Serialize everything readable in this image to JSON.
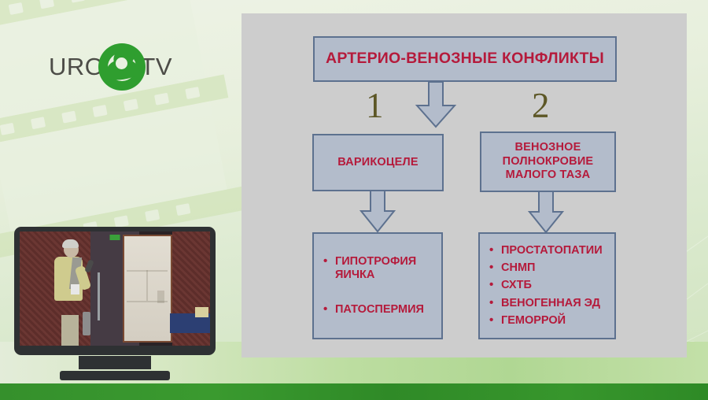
{
  "branding": {
    "logo_prefix": "URO",
    "logo_suffix": "TV",
    "logo_mark_icon": "leaf-circle-icon",
    "accent_green": "#2f9e2f",
    "band_green": "#35902c"
  },
  "video": {
    "player_icon": "monitor-icon",
    "scene_description": "speaker-on-stage"
  },
  "slide": {
    "background_color": "#cdcdcd",
    "box_fill": "#b3bccb",
    "box_border": "#5d718f",
    "text_color": "#b51a3b",
    "numeral_color": "#5d5726",
    "title": "АРТЕРИО-ВЕНОЗНЫЕ КОНФЛИКТЫ",
    "branches": [
      {
        "number": "1",
        "heading": "ВАРИКОЦЕЛЕ",
        "items": [
          "ГИПОТРОФИЯ ЯИЧКА",
          "ПАТОСПЕРМИЯ"
        ]
      },
      {
        "number": "2",
        "heading": "ВЕНОЗНОЕ ПОЛНОКРОВИЕ МАЛОГО ТАЗА",
        "items": [
          "ПРОСТАТОПАТИИ",
          "СНМП",
          "СХТБ",
          "ВЕНОГЕННАЯ ЭД",
          "ГЕМОРРОЙ"
        ]
      }
    ]
  }
}
